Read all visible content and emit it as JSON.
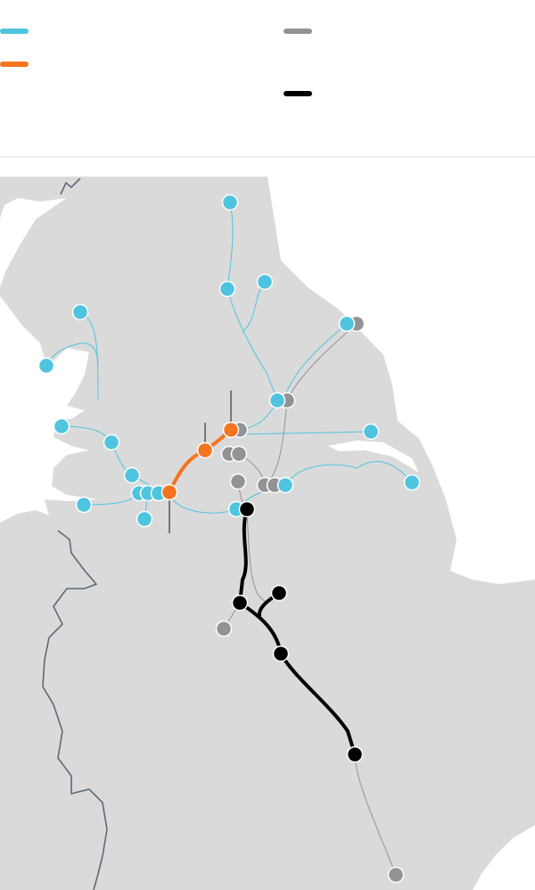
{
  "legend": {
    "items": [
      {
        "key": "cyan-routes",
        "color": "#4fc4df"
      },
      {
        "key": "orange-routes",
        "color": "#f47421"
      },
      {
        "key": "gray-routes",
        "color": "#939396"
      },
      {
        "key": "black-routes",
        "color": "#000000"
      }
    ]
  },
  "map": {
    "land_color": "#dadada",
    "sea_color": "#ffffff",
    "border_color": "#5b6b78"
  }
}
